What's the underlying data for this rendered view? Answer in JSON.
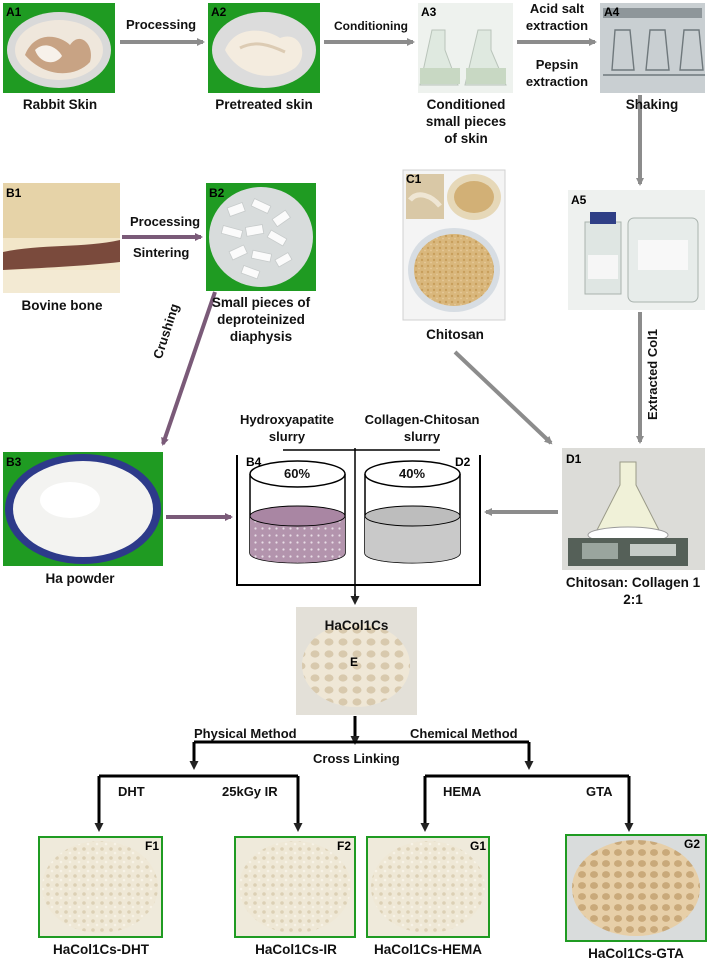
{
  "colors": {
    "gray_arrow": "#8c8c8c",
    "purple_arrow": "#7a5a78",
    "black_line": "#000000",
    "green_frame": "#1f9b22",
    "ha_slurry": "#b394ad",
    "col_slurry": "#c9c9c9"
  },
  "nodes": {
    "a1": {
      "tag": "A1",
      "caption": "Rabbit Skin"
    },
    "a2": {
      "tag": "A2",
      "caption": "Pretreated skin"
    },
    "a3": {
      "tag": "A3",
      "caption": "Conditioned\nsmall pieces\nof skin"
    },
    "a4": {
      "tag": "A4",
      "caption": "Shaking"
    },
    "a5": {
      "tag": "A5"
    },
    "b1": {
      "tag": "B1",
      "caption": "Bovine bone"
    },
    "b2": {
      "tag": "B2",
      "caption": "Small pieces of\ndeproteinized\ndiaphysis"
    },
    "b3": {
      "tag": "B3",
      "caption": "Ha powder"
    },
    "c1": {
      "tag": "C1",
      "caption": "Chitosan"
    },
    "d1": {
      "tag": "D1",
      "caption": "Chitosan: Collagen 1\n2:1"
    },
    "e": {
      "tag": "E",
      "title": "HaCol1Cs"
    },
    "f1": {
      "tag": "F1",
      "caption": "HaCol1Cs-DHT"
    },
    "f2": {
      "tag": "F2",
      "caption": "HaCol1Cs-IR"
    },
    "g1": {
      "tag": "G1",
      "caption": "HaCol1Cs-HEMA"
    },
    "g2": {
      "tag": "G2",
      "caption": "HaCol1Cs-GTA"
    }
  },
  "edges": {
    "processing": "Processing",
    "conditioning": "Conditioning",
    "acid_salt": "Acid salt\nextraction",
    "pepsin": "Pepsin\nextraction",
    "bone_processing": "Processing",
    "sintering": "Sintering",
    "crushing": "Crushing",
    "extracted_col1": "Extracted Col1"
  },
  "slurry": {
    "ha_title": "Hydroxyapatite\nslurry",
    "col_title": "Collagen-Chitosan\nslurry",
    "ha_tag": "B4",
    "col_tag": "D2",
    "ha_percent": "60%",
    "col_percent": "40%"
  },
  "crosslinking": {
    "physical": "Physical Method",
    "chemical": "Chemical Method",
    "center": "Cross Linking",
    "dht": "DHT",
    "ir": "25kGy IR",
    "hema": "HEMA",
    "gta": "GTA"
  }
}
